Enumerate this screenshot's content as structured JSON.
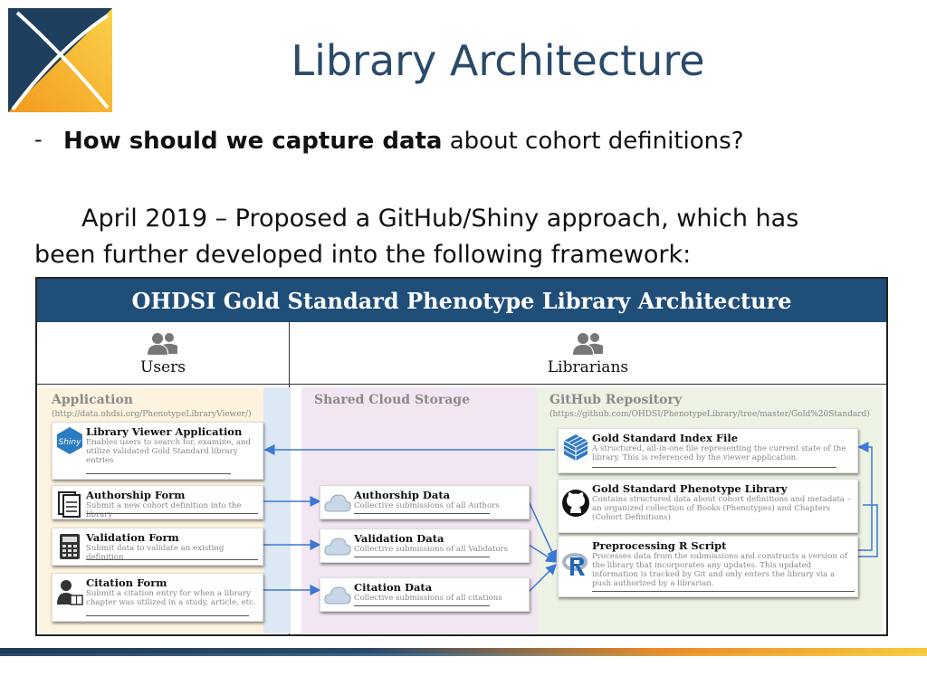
{
  "slide": {
    "title": "Library Architecture",
    "bullet_marker": "-",
    "bullet_bold": "How should we capture data",
    "bullet_rest": " about cohort definitions?",
    "paragraph": "April 2019 – Proposed a GitHub/Shiny approach, which has been further developed into the following framework:"
  },
  "diagram": {
    "title": "OHDSI Gold Standard Phenotype Library Architecture",
    "roles": {
      "users": "Users",
      "librarians": "Librarians"
    },
    "lanes": {
      "application": {
        "title": "Application",
        "url": "(http://data.ohdsi.org/PhenotypeLibraryViewer/)"
      },
      "storage": {
        "title": "Shared Cloud Storage"
      },
      "github": {
        "title": "GitHub Repository",
        "url": "(https://github.com/OHDSI/PhenotypeLibrary/tree/master/Gold%20Standard)"
      }
    },
    "app_cards": [
      {
        "title": "Library Viewer Application",
        "desc": "Enables users to search for, examine, and utilize validated Gold Standard library entries",
        "icon": "shiny-icon"
      },
      {
        "title": "Authorship Form",
        "desc": "Submit a new cohort definition into the library",
        "icon": "document-icon"
      },
      {
        "title": "Validation Form",
        "desc": "Submit data to validate an existing definition",
        "icon": "calculator-icon"
      },
      {
        "title": "Citation Form",
        "desc": "Submit a citation entry for when a library chapter was utilized in a study, article, etc.",
        "icon": "person-book-icon"
      }
    ],
    "storage_cards": [
      {
        "title": "Authorship Data",
        "desc": "Collective submissions of all Authors",
        "icon": "cloud-icon"
      },
      {
        "title": "Validation Data",
        "desc": "Collective submissions of all Validators",
        "icon": "cloud-icon"
      },
      {
        "title": "Citation Data",
        "desc": "Collective submissions of all citations",
        "icon": "cloud-icon"
      }
    ],
    "github_cards": [
      {
        "title": "Gold Standard Index File",
        "desc": "A structured, all-in-one file representing the current state of the library. This is referenced by the viewer application.",
        "icon": "cube-grid-icon"
      },
      {
        "title": "Gold Standard Phenotype Library",
        "desc": "Contains structured data about cohort definitions and metadata – an organized collection of Books (Phenotypes) and Chapters (Cohort Definitions)",
        "icon": "github-icon"
      },
      {
        "title": "Preprocessing R Script",
        "desc": "Processes data from the submissions and constructs a version of the library that incorporates any updates. This updated information is tracked by Git and only enters the library via a push authorized by a librarian.",
        "icon": "r-logo-icon"
      }
    ],
    "colors": {
      "header": "#1f4e79",
      "application_lane": "#fdf3de",
      "storage_lane": "#f3e6f3",
      "github_lane": "#edf3e4",
      "arrow": "#3b78d6"
    }
  }
}
